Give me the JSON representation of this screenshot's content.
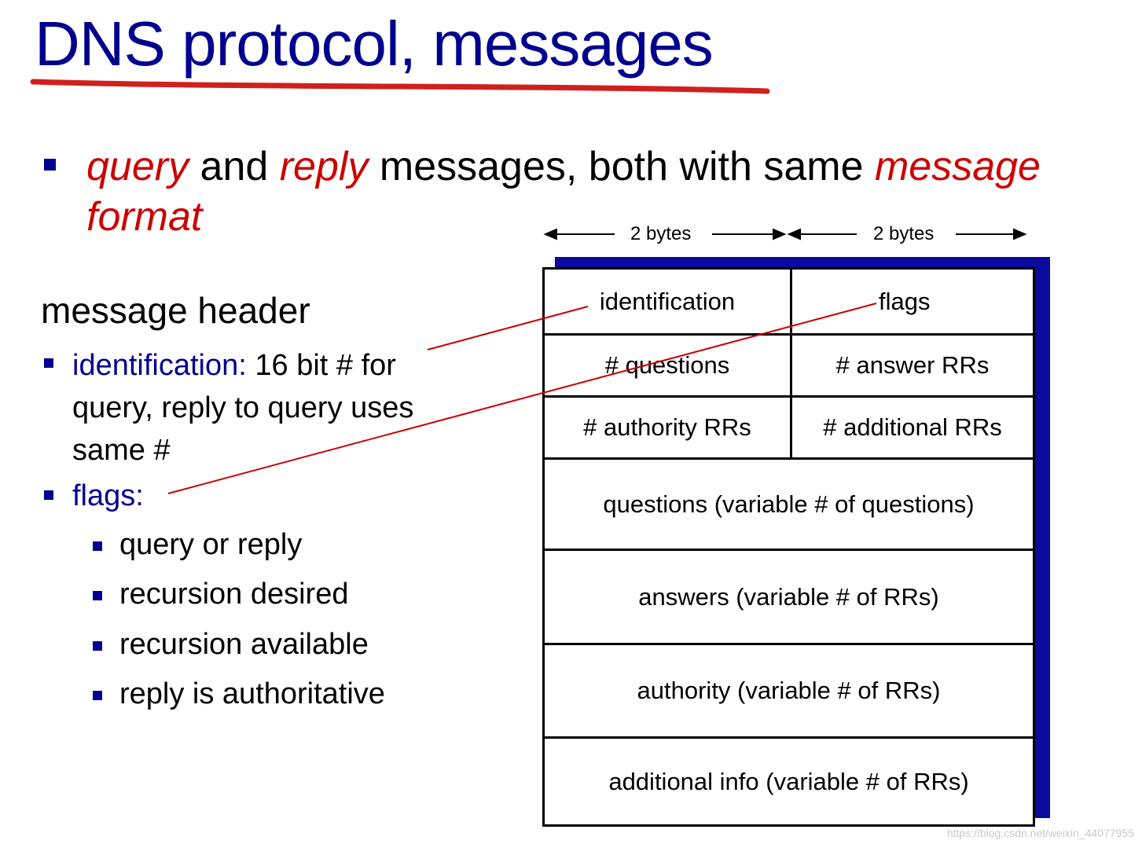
{
  "title": "DNS protocol, messages",
  "bullet": {
    "word1": "query",
    "text1": " and ",
    "word2": "reply",
    "text2": " messages, both with same ",
    "word3": "message",
    "word4": "format"
  },
  "section_header": "message header",
  "items": {
    "identification_label": "identification:",
    "identification_text1": " 16 bit # for",
    "identification_text2": "query, reply to query uses",
    "identification_text3": "same #",
    "flags_label": "flags:"
  },
  "flag_items": [
    "query or reply",
    "recursion desired",
    "recursion available",
    "reply is authoritative"
  ],
  "diagram": {
    "bytes_left": "2 bytes",
    "bytes_right": "2 bytes",
    "row1": {
      "left": "identification",
      "right": "flags"
    },
    "row2": {
      "left": "# questions",
      "right": "# answer RRs"
    },
    "row3": {
      "left": "# authority RRs",
      "right": "# additional RRs"
    },
    "sections": [
      "questions (variable # of questions)",
      "answers (variable # of RRs)",
      "authority (variable # of RRs)",
      "additional info (variable # of RRs)"
    ]
  },
  "watermark": "https://blog.csdn.net/weixin_44077955",
  "colors": {
    "title": "#00008f",
    "accent_red": "#cc0000",
    "underline": "#d0201e",
    "shadow": "#0a0a9c"
  }
}
